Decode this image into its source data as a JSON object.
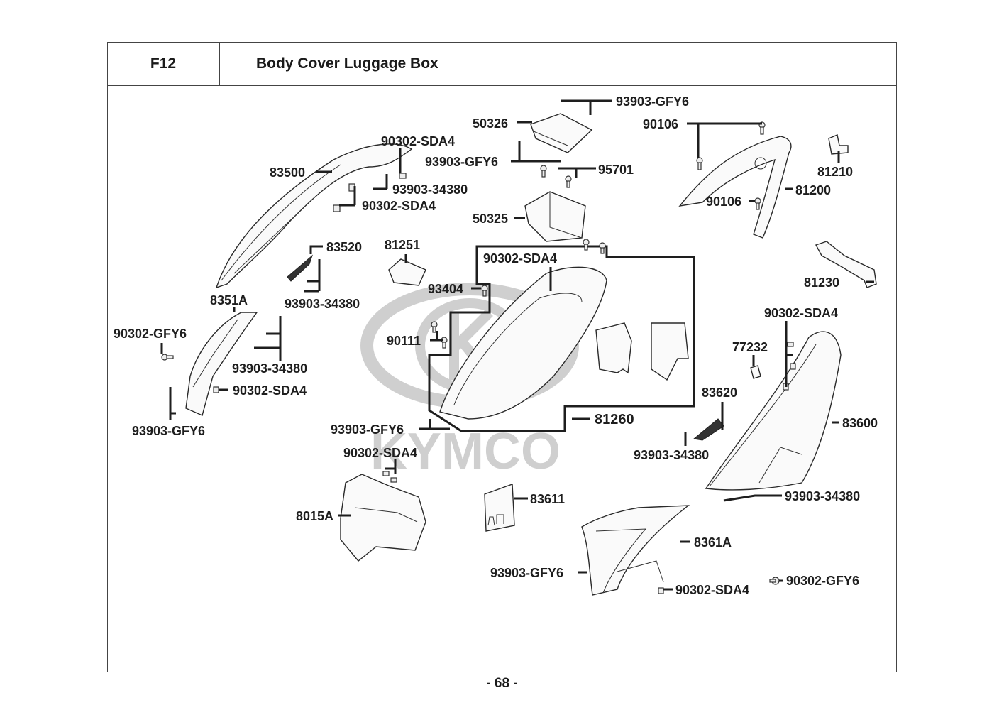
{
  "header": {
    "section_code": "F12",
    "title": "Body Cover  Luggage Box"
  },
  "watermark": {
    "brand": "KYMCO",
    "logo_icon": "kymco-logo-icon"
  },
  "footer": {
    "page_number": "- 68 -"
  },
  "callouts": {
    "c_93903_gfy6_top": "93903-GFY6",
    "c_50326": "50326",
    "c_90106_top": "90106",
    "c_90302_sda4_a": "90302-SDA4",
    "c_93903_gfy6_mid": "93903-GFY6",
    "c_95701": "95701",
    "c_81210": "81210",
    "c_83500": "83500",
    "c_93903_34380_a": "93903-34380",
    "c_81200": "81200",
    "c_90106_bottom": "90106",
    "c_90302_sda4_b": "90302-SDA4",
    "c_50325": "50325",
    "c_83520": "83520",
    "c_81251": "81251",
    "c_90302_sda4_box": "90302-SDA4",
    "c_81230": "81230",
    "c_93404": "93404",
    "c_93903_34380_b": "93903-34380",
    "c_8351a": "8351A",
    "c_90302_sda4_right": "90302-SDA4",
    "c_90302_gfy6_left": "90302-GFY6",
    "c_90111": "90111",
    "c_77232": "77232",
    "c_93903_34380_c": "93903-34380",
    "c_90302_sda4_left": "90302-SDA4",
    "c_83620": "83620",
    "c_93903_gfy6_left": "93903-GFY6",
    "c_81260": "81260",
    "c_93903_gfy6_box": "93903-GFY6",
    "c_83600": "83600",
    "c_90302_sda4_front": "90302-SDA4",
    "c_93903_34380_d": "93903-34380",
    "c_93903_34380_e": "93903-34380",
    "c_83611": "83611",
    "c_8015a": "8015A",
    "c_8361a": "8361A",
    "c_93903_gfy6_bottom": "93903-GFY6",
    "c_90302_sda4_bottom": "90302-SDA4",
    "c_90302_gfy6_right": "90302-GFY6"
  }
}
